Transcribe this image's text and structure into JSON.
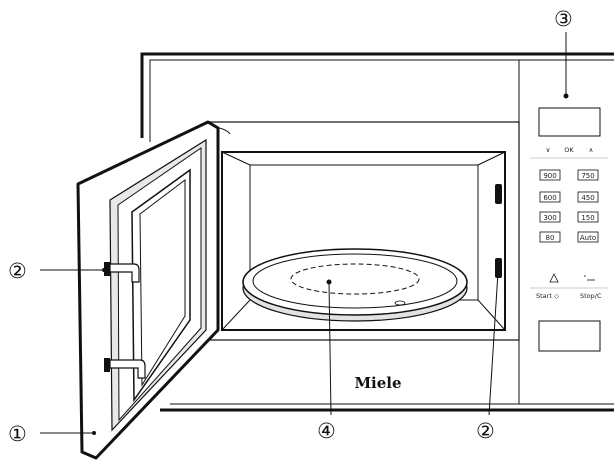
{
  "brand": "Miele",
  "callouts": {
    "door": "①",
    "latch_hooks_left": "②",
    "latch_slots_right": "②",
    "control_panel": "③",
    "turntable": "④"
  },
  "panel": {
    "nav": {
      "down": "∨",
      "ok": "OK",
      "up": "∧"
    },
    "power_buttons": [
      "900",
      "750",
      "600",
      "450",
      "300",
      "150",
      "80",
      "Auto"
    ],
    "start_label": "Start ◇",
    "stop_label": "Stop/C"
  }
}
